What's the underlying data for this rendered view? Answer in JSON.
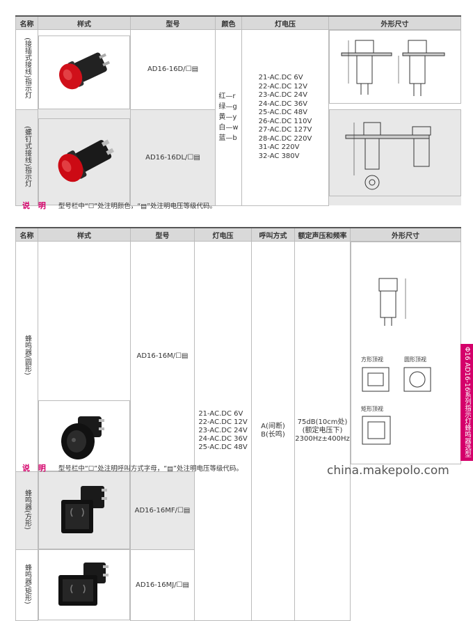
{
  "table1": {
    "headers": [
      "名称",
      "样式",
      "型号",
      "颜色",
      "灯电压",
      "外形尺寸"
    ],
    "rows": [
      {
        "name": "(接插式接线)指示灯",
        "model": "AD16-16D/☐▤"
      },
      {
        "name": "(螺钉式接线)指示灯",
        "model": "AD16-16DL/☐▤"
      }
    ],
    "colors": "红—r\n绿—g\n黄—y\n白—w\n蓝—b",
    "voltages": "21-AC.DC 6V\n22-AC.DC 12V\n23-AC.DC 24V\n24-AC.DC 36V\n25-AC.DC 48V\n26-AC.DC 110V\n27-AC.DC 127V\n28-AC.DC 220V\n31-AC 220V\n32-AC 380V"
  },
  "note1": {
    "label": "说 明",
    "text": "型号栏中“☐”处注明颜色，“▤”处注明电压等级代码。"
  },
  "table2": {
    "headers": [
      "名称",
      "样式",
      "型号",
      "灯电压",
      "呼叫方式",
      "额定声压和频率",
      "外形尺寸"
    ],
    "rows": [
      {
        "name": "蜂鸣器(圆形)",
        "model": "AD16-16M/☐▤"
      },
      {
        "name": "蜂鸣器(方形)",
        "model": "AD16-16MF/☐▤"
      },
      {
        "name": "蜂鸣器(矩形)",
        "model": "AD16-16MJ/☐▤"
      }
    ],
    "voltages": "21-AC.DC 6V\n22-AC.DC 12V\n23-AC.DC 24V\n24-AC.DC 36V\n25-AC.DC 48V",
    "call_mode": "A(间断)\nB(长鸣)",
    "sound": "75dB(10cm处)\n(额定电压下)\n2300Hz±400Hz",
    "dim_labels": {
      "square": "方形顶视",
      "round": "圆形顶视",
      "rect": "矩形顶视"
    }
  },
  "note2": {
    "label": "说 明",
    "text": "型号栏中“☐”处注明呼叫方式字母，“▤”处注明电压等级代码。"
  },
  "side_tab": "Φ16 AD16-16系列指示灯蜂鸣器选型",
  "watermark": "china.makepolo.com",
  "colors": {
    "accent": "#d4006a",
    "header_bg": "#d9d9d9",
    "shade": "#e8e8e8"
  }
}
